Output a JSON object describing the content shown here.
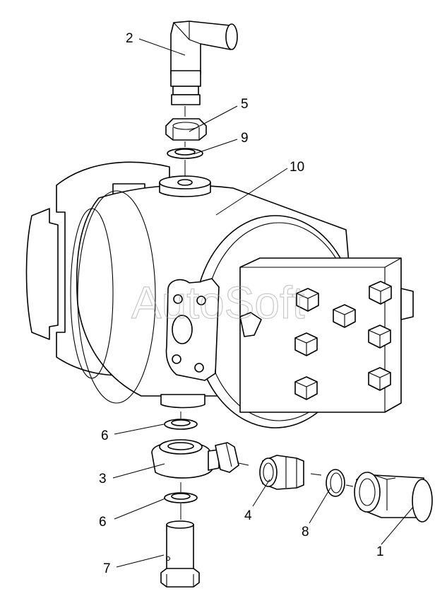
{
  "watermark": "AutoSoft",
  "callouts": [
    {
      "id": "1",
      "part": "union-fitting"
    },
    {
      "id": "2",
      "part": "elbow-fitting"
    },
    {
      "id": "3",
      "part": "banjo-fitting"
    },
    {
      "id": "4",
      "part": "adapter-fitting"
    },
    {
      "id": "5",
      "part": "hex-nut"
    },
    {
      "id": "6",
      "part": "sealing-washer"
    },
    {
      "id": "7",
      "part": "banjo-bolt"
    },
    {
      "id": "8",
      "part": "o-ring"
    },
    {
      "id": "9",
      "part": "sealing-washer-upper"
    },
    {
      "id": "10",
      "part": "pump-body"
    }
  ]
}
